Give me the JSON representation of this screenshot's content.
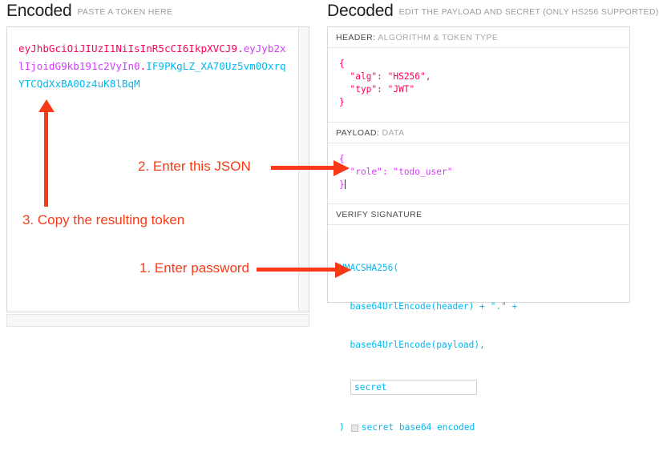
{
  "encoded": {
    "title": "Encoded",
    "subtitle": "PASTE A TOKEN HERE",
    "token": {
      "header_segment": "eyJhbGciOiJIUzI1NiIsInR5cCI6IkpXVCJ9",
      "payload_segment": "eyJyb2xlIjoidG9kb191c2VyIn0",
      "signature_segment": "IF9PKgLZ_XA70Uz5vm0OxrqYTCQdXxBA0Oz4uK8lBqM",
      "separator": "."
    }
  },
  "decoded": {
    "title": "Decoded",
    "subtitle": "EDIT THE PAYLOAD AND SECRET (ONLY HS256 SUPPORTED)",
    "sections": {
      "header": {
        "label_strong": "HEADER:",
        "label_muted": "ALGORITHM & TOKEN TYPE",
        "body": "{\n  \"alg\": \"HS256\",\n  \"typ\": \"JWT\"\n}"
      },
      "payload": {
        "label_strong": "PAYLOAD:",
        "label_muted": "DATA",
        "body": "{\n  \"role\": \"todo_user\"\n}"
      },
      "signature": {
        "label_strong": "VERIFY SIGNATURE",
        "label_muted": "",
        "line1": "HMACSHA256(",
        "line2": "  base64UrlEncode(header) + \".\" +",
        "line3": "  base64UrlEncode(payload),",
        "secret_value": "secret",
        "secret_placeholder": "secret",
        "close_paren": ")",
        "checkbox_label": "secret base64 encoded",
        "checkbox_checked": "false"
      }
    }
  },
  "annotations": {
    "step1": "1. Enter password",
    "step2": "2. Enter this JSON",
    "step3": "3. Copy the resulting token"
  },
  "colors": {
    "header_segment": "#fb015b",
    "payload_segment": "#d63aff",
    "signature_segment": "#00b9f1",
    "annotation": "#f93a18"
  }
}
